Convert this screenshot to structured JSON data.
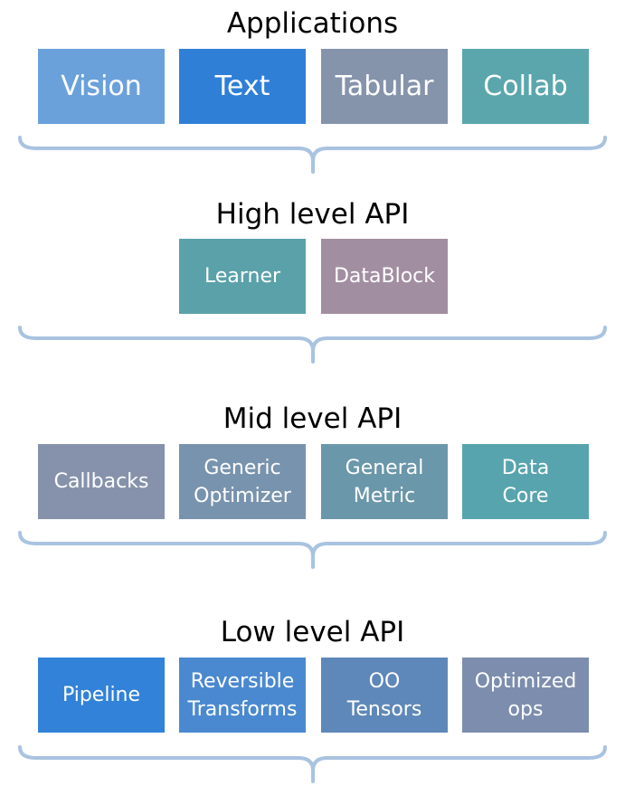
{
  "colors": {
    "brace": "#a9c3e0",
    "vision": "#6aa1db",
    "text": "#2f7fd7",
    "tabular": "#8593ab",
    "collab": "#5ba6ad",
    "learner": "#5aa1a9",
    "datablock": "#a28ea1",
    "callbacks": "#8692ab",
    "generic_optimizer": "#7893ad",
    "general_metric": "#6a97a9",
    "data_core": "#58a4ae",
    "pipeline": "#3282d9",
    "reversible_transforms": "#4a89d0",
    "oo_tensors": "#5e88b9",
    "optimized_ops": "#7c8dad"
  },
  "layers": {
    "applications": {
      "title": "Applications",
      "boxes": {
        "vision": "Vision",
        "text": "Text",
        "tabular": "Tabular",
        "collab": "Collab"
      }
    },
    "high": {
      "title": "High level API",
      "boxes": {
        "learner": "Learner",
        "datablock": "DataBlock"
      }
    },
    "mid": {
      "title": "Mid level API",
      "boxes": {
        "callbacks": "Callbacks",
        "generic_optimizer": [
          "Generic",
          "Optimizer"
        ],
        "general_metric": [
          "General",
          "Metric"
        ],
        "data_core": [
          "Data",
          "Core"
        ]
      }
    },
    "low": {
      "title": "Low level API",
      "boxes": {
        "pipeline": "Pipeline",
        "reversible_transforms": [
          "Reversible",
          "Transforms"
        ],
        "oo_tensors": [
          "OO",
          "Tensors"
        ],
        "optimized_ops": [
          "Optimized",
          "ops"
        ]
      }
    }
  }
}
